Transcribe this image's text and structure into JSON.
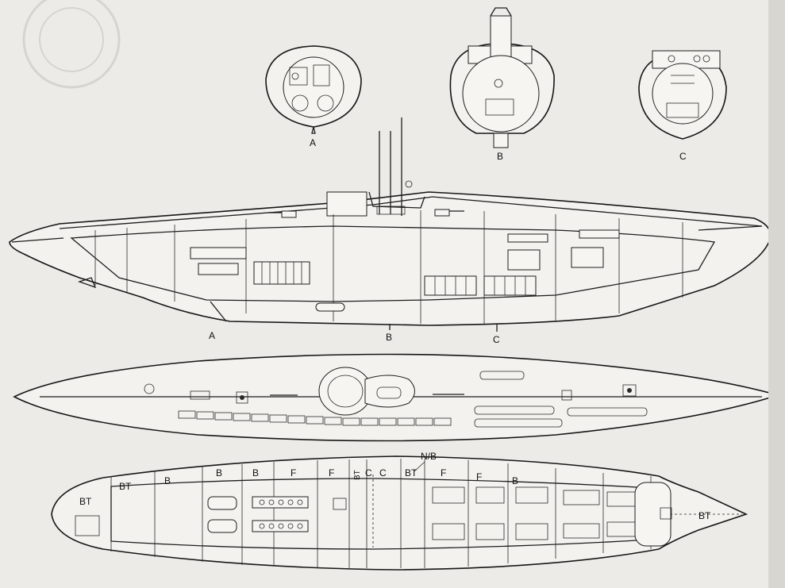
{
  "sections": [
    {
      "label": "A"
    },
    {
      "label": "B"
    },
    {
      "label": "C"
    }
  ],
  "profile_markers": [
    {
      "label": "A"
    },
    {
      "label": "B"
    },
    {
      "label": "C"
    }
  ],
  "plan_labels": [
    "BT",
    "BT",
    "B",
    "B",
    "B",
    "F",
    "F",
    "BT",
    "C",
    "C",
    "BT",
    "F",
    "F",
    "B",
    "BT"
  ],
  "plan_callout": "N/B",
  "colors": {
    "ink": "#1d1d1d",
    "paper": "#ecebe7"
  }
}
